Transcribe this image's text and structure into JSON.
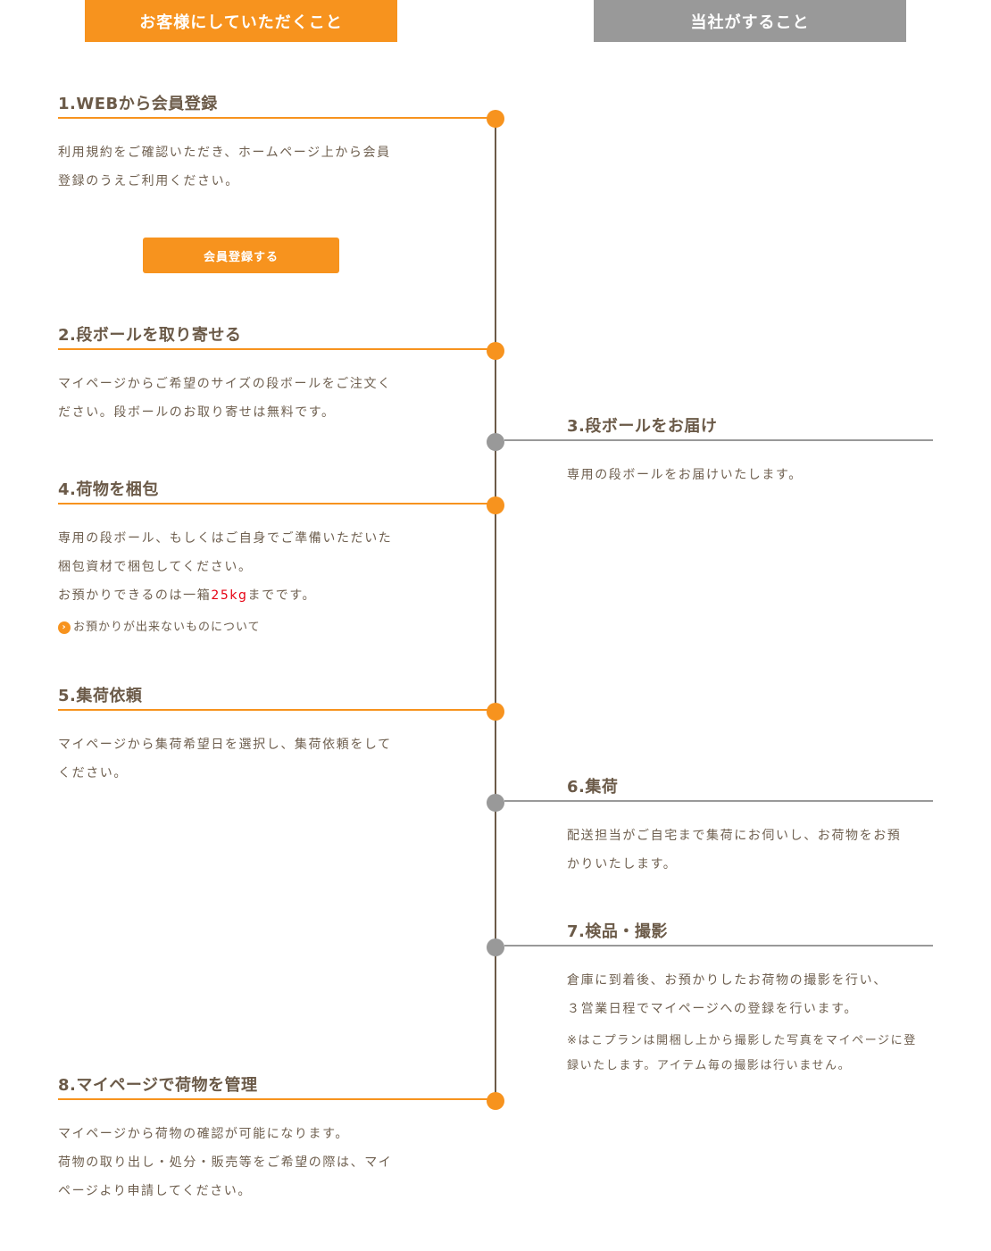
{
  "header": {
    "customer": "お客様にしていただくこと",
    "company": "当社がすること"
  },
  "steps": [
    {
      "title": "1.WEBから会員登録",
      "body": [
        "利用規約をご確認いただき、ホームページ上から会員",
        "登録のうえご利用ください。"
      ],
      "button": "会員登録する"
    },
    {
      "title": "2.段ボールを取り寄せる",
      "body": [
        "マイページからご希望のサイズの段ボールをご注文く",
        "ださい。段ボールのお取り寄せは無料です。"
      ]
    },
    {
      "title": "3.段ボールをお届け",
      "body": [
        "専用の段ボールをお届けいたします。"
      ]
    },
    {
      "title": "4.荷物を梱包",
      "body": [
        "専用の段ボール、もしくはご自身でご準備いただいた",
        "梱包資材で梱包してください。"
      ],
      "limit_prefix": "お預かりできるのは一箱",
      "limit_value": "25kg",
      "limit_suffix": "までです。",
      "link": "お預かりが出来ないものについて"
    },
    {
      "title": "5.集荷依頼",
      "body": [
        "マイページから集荷希望日を選択し、集荷依頼をして",
        "ください。"
      ]
    },
    {
      "title": "6.集荷",
      "body": [
        "配送担当がご自宅まで集荷にお伺いし、お荷物をお預",
        "かりいたします。"
      ]
    },
    {
      "title": "7.検品・撮影",
      "body": [
        "倉庫に到着後、お預かりしたお荷物の撮影を行い、",
        "３営業日程でマイページへの登録を行います。"
      ],
      "note": [
        "※はこプランは開梱し上から撮影した写真をマイページに登",
        "録いたします。アイテム毎の撮影は行いません。"
      ]
    },
    {
      "title": "8.マイページで荷物を管理",
      "body": [
        "マイページから荷物の確認が可能になります。",
        "荷物の取り出し・処分・販売等をご希望の際は、マイ",
        "ページより申請してください。"
      ]
    }
  ],
  "colors": {
    "accent": "#f7931e",
    "company": "#999999",
    "text": "#6b5a48",
    "highlight": "#e60012"
  }
}
